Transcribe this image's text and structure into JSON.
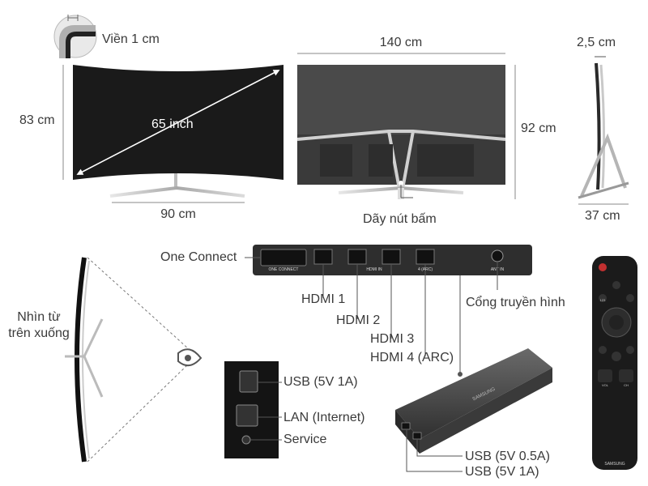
{
  "labels": {
    "bezel": "Viền 1 cm",
    "front_width": "140 cm",
    "height": "83 cm",
    "diagonal": "65 inch",
    "stand_width": "90 cm",
    "rear_height": "92 cm",
    "buttons": "Dãy nút bấm",
    "depth": "2,5 cm",
    "stand_depth": "37 cm",
    "one_connect": "One Connect",
    "hdmi1": "HDMI 1",
    "hdmi2": "HDMI 2",
    "hdmi3": "HDMI 3",
    "hdmi4": "HDMI 4 (ARC)",
    "antenna": "Cổng truyền hình",
    "top_view": "Nhìn từ\ntrên xuống",
    "usb_side": "USB (5V 1A)",
    "lan": "LAN (Internet)",
    "service": "Service",
    "usb_box_1": "USB (5V 0.5A)",
    "usb_box_2": "USB (5V 1A)"
  },
  "port_labels": {
    "one_connect": "ONE CONNECT",
    "hdmi_in": "HDMI IN",
    "arc": "4 (ARC)",
    "ant": "ANT IN"
  },
  "brand": "SAMSUNG",
  "remote": {
    "btn_123": "123",
    "vol": "VOL",
    "ch": "CH"
  },
  "colors": {
    "screen": "#1c1c1c",
    "dimension_line": "#8a8a8a",
    "silver": "#b8b8b8",
    "box": "#4a4a4a"
  }
}
